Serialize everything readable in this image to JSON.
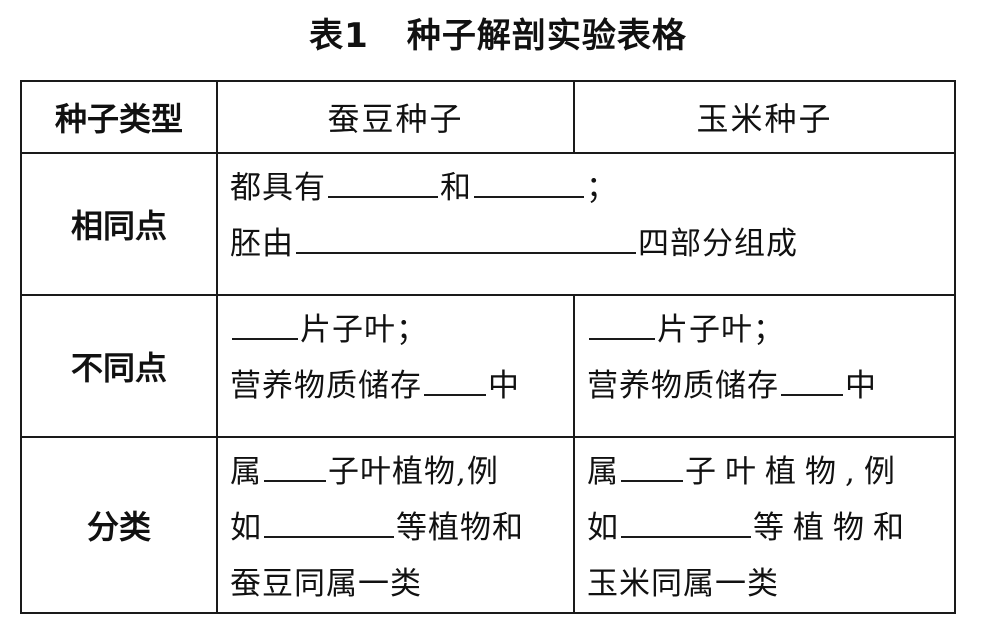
{
  "title": {
    "number": "表1",
    "text": "种子解剖实验表格"
  },
  "table": {
    "corner": "种子类型",
    "col1": "蚕豆种子",
    "col2": "玉米种子",
    "rows": {
      "same": {
        "label": "相同点",
        "l1_a": "都具有",
        "l1_b": "和",
        "l1_c": "；",
        "l2_a": "胚由",
        "l2_b": "四部分组成"
      },
      "diff": {
        "label": "不同点",
        "bean_l1": "片子叶；",
        "bean_l2": "营养物质储存",
        "bean_l2_end": "中",
        "corn_l1": "片子叶；",
        "corn_l2": "营养物质储存",
        "corn_l2_end": "中"
      },
      "class": {
        "label": "分类",
        "bean_l1_a": "属",
        "bean_l1_b": "子叶植物,例",
        "bean_l2_a": "如",
        "bean_l2_b": "等植物和",
        "bean_l3": "蚕豆同属一类",
        "corn_l1_a": "属",
        "corn_l1_b": "子叶植物,例",
        "corn_l2_a": "如",
        "corn_l2_b": "等植物和",
        "corn_l3": "玉米同属一类"
      }
    }
  }
}
